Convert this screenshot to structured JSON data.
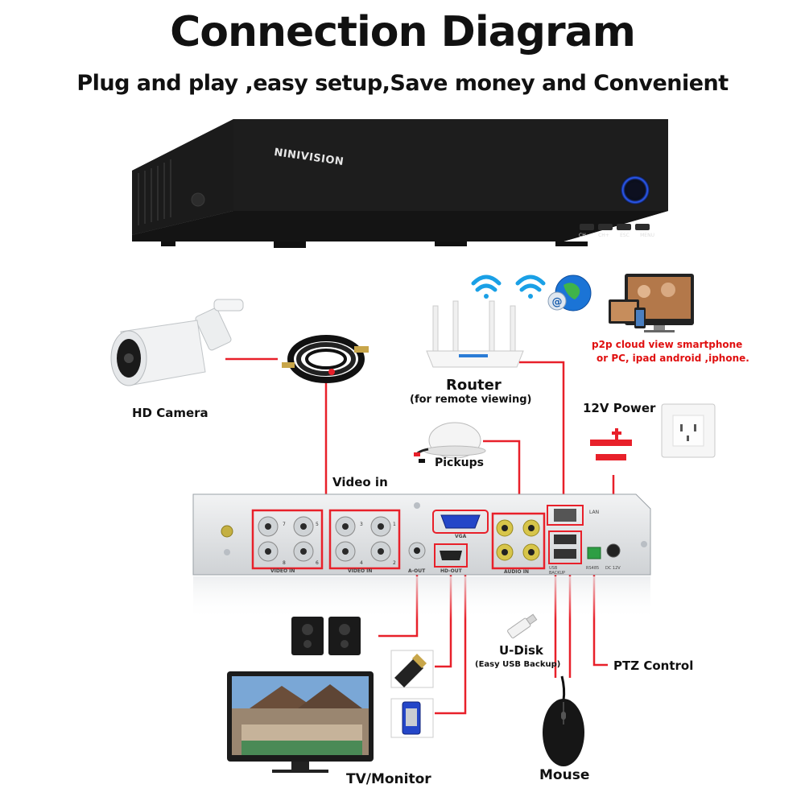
{
  "header": {
    "title": "Connection Diagram",
    "subtitle": "Plug and play ,easy setup,Save money and Convenient"
  },
  "dvr": {
    "brand": "NINIVISION",
    "front_buttons": [
      "CH-",
      "CH+",
      "ESC",
      "MENU"
    ]
  },
  "back_panel": {
    "video_in_left": "VIDEO IN",
    "video_in_right": "VIDEO IN",
    "a_out": "A-OUT",
    "vga": "VGA",
    "hd_out": "HD-OUT",
    "audio_in": "AUDIO IN",
    "lan": "LAN",
    "usb": "USB\nBACKUP",
    "rs485": "RS485",
    "dc12v": "DC 12V",
    "channel_numbers_top": [
      "7",
      "5",
      "3",
      "1"
    ],
    "channel_numbers_bottom": [
      "8",
      "6",
      "4",
      "2"
    ]
  },
  "labels": {
    "hd_camera": "HD Camera",
    "video_in": "Video in",
    "router": "Router",
    "router_note": "(for remote viewing)",
    "pickups": "Pickups",
    "power": "12V Power",
    "p2p_line1": "p2p cloud  view smartphone",
    "p2p_line2": "or PC, ipad android ,iphone.",
    "u_disk": "U-Disk",
    "u_disk_note": "(Easy USB Backup)",
    "ptz": "PTZ Control",
    "tv": "TV/Monitor",
    "mouse": "Mouse"
  },
  "colors": {
    "wire": "#e8202a",
    "dvr_body": "#1e1e1e",
    "panel": "#e4e6e8",
    "wifi": "#1aa0e6",
    "p2p_text": "#e01010"
  },
  "icons": [
    "camera-icon",
    "cable-icon",
    "router-icon",
    "wifi-icon",
    "globe-icon",
    "devices-icon",
    "microphone-icon",
    "power-socket-icon",
    "speaker-icon",
    "hdmi-cable-icon",
    "vga-cable-icon",
    "monitor-icon",
    "usb-drive-icon",
    "mouse-icon"
  ]
}
